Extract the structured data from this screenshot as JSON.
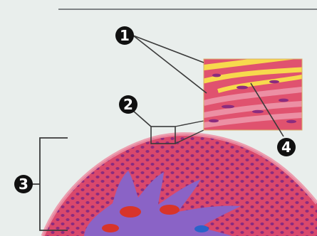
{
  "figure": {
    "labels": {
      "l1": "1",
      "l2": "2",
      "l3": "3",
      "l4": "4"
    },
    "colors": {
      "background": "#e9eeec",
      "tissue_pink": "#d9486c",
      "tissue_light_pink": "#ec8fa4",
      "core_purple": "#8a63c6",
      "nucleus": "#8b2b7e",
      "fiber_yellow": "#f7d94d",
      "vessel_red": "#d8342a",
      "vessel_blue": "#2a63c9",
      "line": "#3a3a3a"
    },
    "icons": [
      "number-badge"
    ]
  }
}
